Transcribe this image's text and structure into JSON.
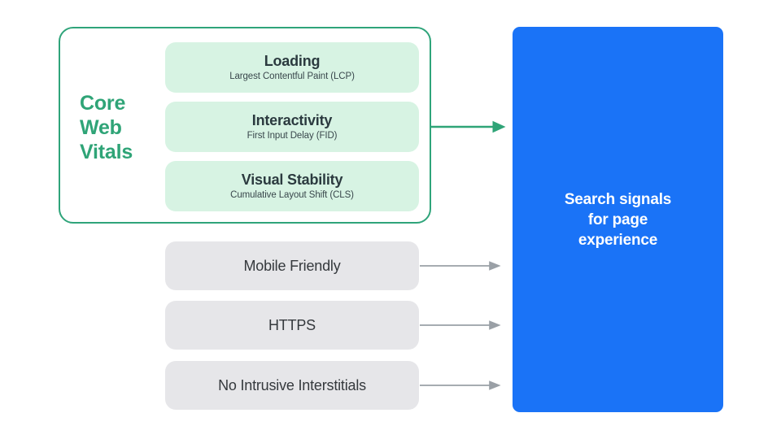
{
  "diagram": {
    "title_semantic": "Core Web Vitals and page experience search signals",
    "background_color": "#ffffff",
    "colors": {
      "green_accent": "#2fa477",
      "green_pill": "#d7f3e3",
      "grey_pill": "#e6e6e9",
      "blue_box": "#1a73f7",
      "grey_arrow": "#9aa0a6",
      "dark_text": "#2b3a3f",
      "white_text": "#ffffff"
    }
  },
  "core_web_vitals": {
    "group_label": "Core Web Vitals",
    "group_label_lines": [
      "Core",
      "Web",
      "Vitals"
    ],
    "items": [
      {
        "title": "Loading",
        "subtitle": "Largest Contentful Paint (LCP)",
        "metric_abbr": "LCP"
      },
      {
        "title": "Interactivity",
        "subtitle": "First Input Delay (FID)",
        "metric_abbr": "FID"
      },
      {
        "title": "Visual Stability",
        "subtitle": "Cumulative Layout Shift (CLS)",
        "metric_abbr": "CLS"
      }
    ]
  },
  "other_signals": [
    {
      "label": "Mobile Friendly"
    },
    {
      "label": "HTTPS"
    },
    {
      "label": "No Intrusive Interstitials"
    }
  ],
  "outcome": {
    "text": "Search signals\nfor page\nexperience",
    "lines": [
      "Search signals",
      "for page",
      "experience"
    ]
  },
  "connectors": [
    {
      "name": "core-web-vitals-to-outcome",
      "color": "#2fa477",
      "style": "solid-arrow"
    },
    {
      "name": "mobile-friendly-to-outcome",
      "color": "#9aa0a6",
      "style": "solid-arrow"
    },
    {
      "name": "https-to-outcome",
      "color": "#9aa0a6",
      "style": "solid-arrow"
    },
    {
      "name": "no-intrusive-interstitials-to-outcome",
      "color": "#9aa0a6",
      "style": "solid-arrow"
    }
  ]
}
